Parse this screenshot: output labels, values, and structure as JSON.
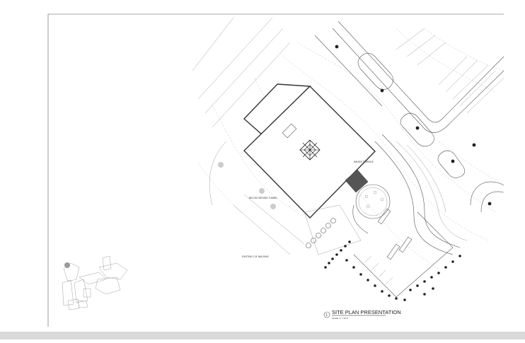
{
  "title_block": {
    "number": "1",
    "title": "SITE PLAN PRESENTATION",
    "scale": "SCALE: 1\" = 20'-0\""
  },
  "labels": {
    "raised_terrace": "RAISED TERRACE",
    "below_ground_tunnel": "BELOW GROUND TUNNEL",
    "existing_building": "EXISTING C.B. BUILDING"
  }
}
